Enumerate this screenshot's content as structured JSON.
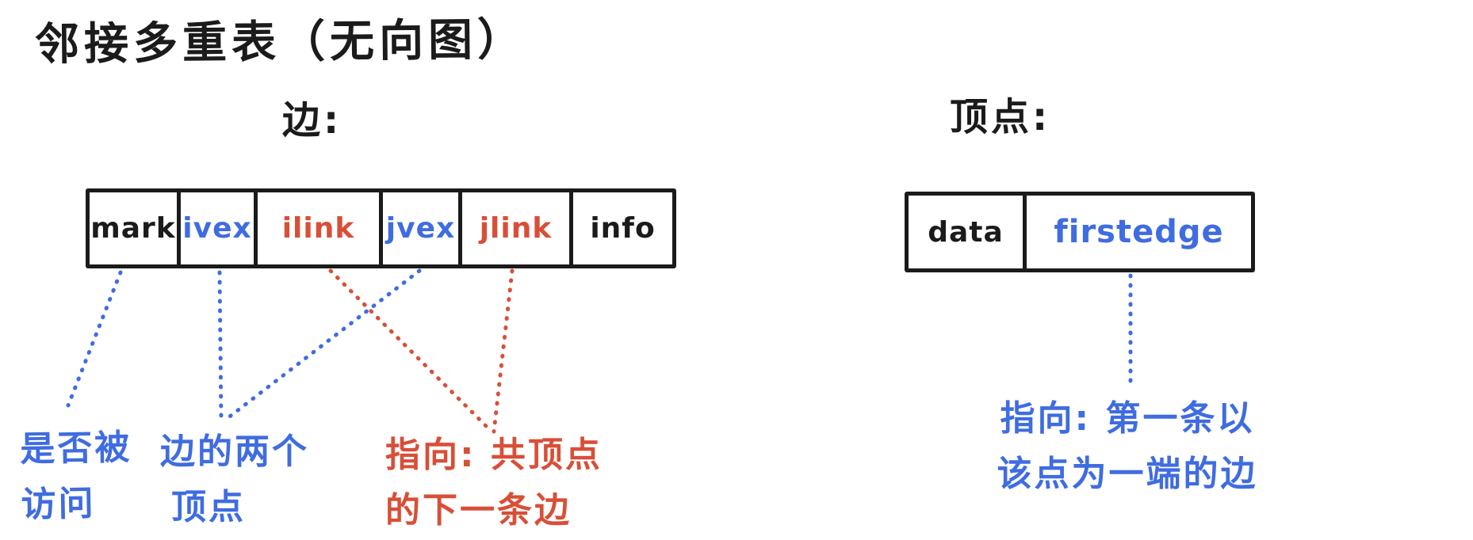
{
  "title": "邻接多重表（无向图）",
  "colors": {
    "black": "#1b1b1b",
    "blue": "#3f6ce0",
    "red": "#d84f38"
  },
  "edge_section": {
    "label": "边:",
    "cells": [
      {
        "name": "mark",
        "color": "black"
      },
      {
        "name": "ivex",
        "color": "blue"
      },
      {
        "name": "ilink",
        "color": "red"
      },
      {
        "name": "jvex",
        "color": "blue"
      },
      {
        "name": "jlink",
        "color": "red"
      },
      {
        "name": "info",
        "color": "black"
      }
    ]
  },
  "vertex_section": {
    "label": "顶点:",
    "cells": [
      {
        "name": "data",
        "color": "black"
      },
      {
        "name": "firstedge",
        "color": "blue"
      }
    ]
  },
  "annotations": [
    {
      "id": "mark-note",
      "color": "blue",
      "refers_to": "mark",
      "line1": "是否被",
      "line2": "访问"
    },
    {
      "id": "vertices-note",
      "color": "blue",
      "refers_to": "ivex, jvex",
      "line1": "边的两个",
      "line2": "顶点"
    },
    {
      "id": "links-note",
      "color": "red",
      "refers_to": "ilink, jlink",
      "line1": "指向: 共顶点",
      "line2": "的下一条边"
    },
    {
      "id": "firstedge-note",
      "color": "blue",
      "refers_to": "firstedge",
      "line1": "指向: 第一条以",
      "line2": "该点为一端的边"
    }
  ]
}
